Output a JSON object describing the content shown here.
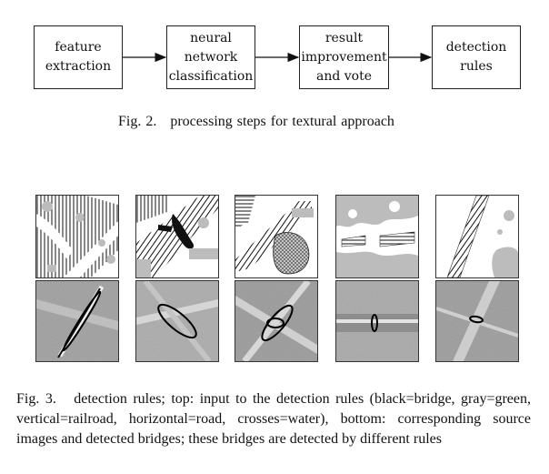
{
  "fig2": {
    "steps": [
      "feature\nextraction",
      "neural\nnetwork\nclassification",
      "result\nimprovement\nand vote",
      "detection\nrules"
    ],
    "caption_label": "Fig. 2.",
    "caption_text": "processing steps for textural approach"
  },
  "fig3": {
    "caption_label": "Fig. 3.",
    "caption_text": "detection rules; top: input to the detection rules (black=bridge, gray=green, vertical=railroad, horizontal=road, crosses=water), bottom: corresponding source images and detected bridges; these bridges are detected by different rules"
  },
  "colors": {
    "green_gray": "#b8b8b8",
    "photo_gray": "#a9a9a9",
    "line": "#222222"
  }
}
